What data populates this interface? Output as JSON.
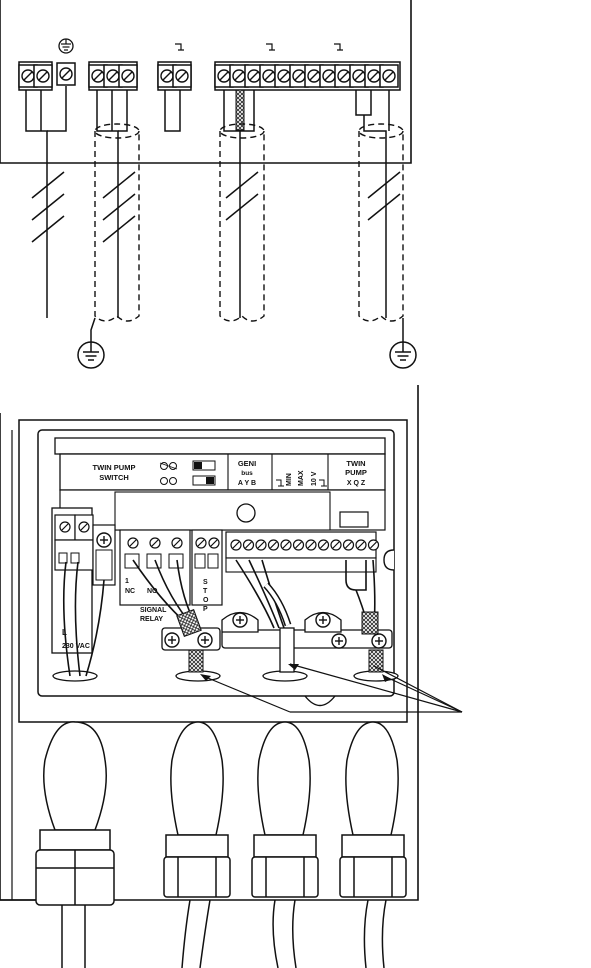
{
  "terminal_block": {
    "twin_pump_switch_line1": "TWIN PUMP",
    "twin_pump_switch_line2": "SWITCH",
    "geni_line1": "GENI",
    "geni_line2": "bus",
    "geni_terms": "A  Y  B",
    "min_label": "MIN",
    "max_label": "MAX",
    "ten_v_label": "10 V",
    "twin_pump_line1": "TWIN",
    "twin_pump_line2": "PUMP",
    "twin_pump_terms": "X  Q  Z",
    "relay_nc_1": "1",
    "relay_nc_2": "NC",
    "relay_no": "NO",
    "signal_line1": "SIGNAL",
    "signal_line2": "RELAY",
    "stop_s": "S",
    "stop_t": "T",
    "stop_o": "O",
    "stop_p": "P",
    "mains_l": "L",
    "mains_vac": "230 VAC"
  }
}
